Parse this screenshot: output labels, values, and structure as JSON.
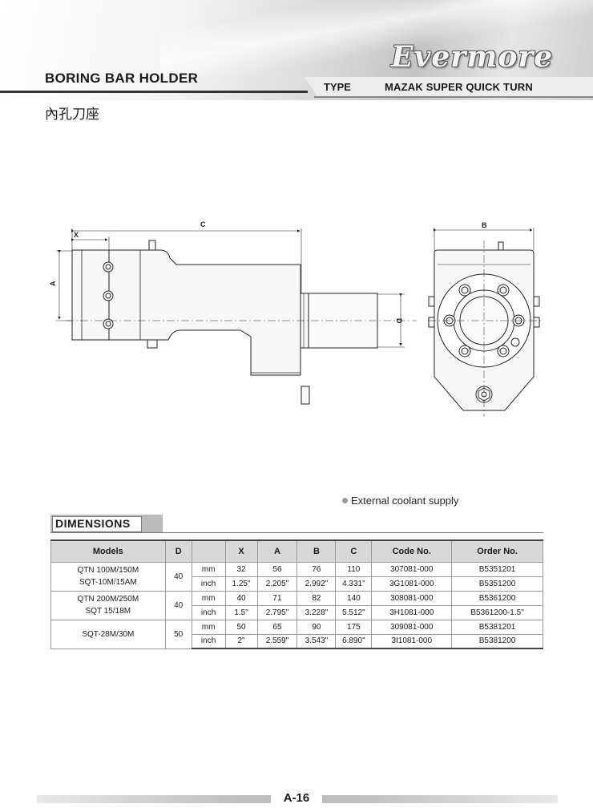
{
  "header": {
    "title": "BORING BAR HOLDER",
    "subtitle_zh": "內孔刀座",
    "type_label": "TYPE",
    "type_value": "MAZAK SUPER QUICK TURN",
    "logo": "Evermore"
  },
  "drawing": {
    "labels": {
      "c": "C",
      "x": "X",
      "a": "A",
      "d": "D",
      "b": "B"
    }
  },
  "note": "External coolant supply",
  "dimensions": {
    "title": "DIMENSIONS",
    "columns": [
      "Models",
      "D",
      "",
      "X",
      "A",
      "B",
      "C",
      "Code No.",
      "Order No."
    ],
    "groups": [
      {
        "models": [
          "QTN 100M/150M",
          "SQT-10M/15AM"
        ],
        "d": "40",
        "rows": [
          {
            "unit": "mm",
            "x": "32",
            "a": "56",
            "b": "76",
            "c": "110",
            "code": "307081-000",
            "order": "B5351201"
          },
          {
            "unit": "inch",
            "x": "1.25\"",
            "a": "2.205\"",
            "b": "2.992\"",
            "c": "4.331\"",
            "code": "3G1081-000",
            "order": "B5351200"
          }
        ]
      },
      {
        "models": [
          "QTN 200M/250M",
          "SQT 15/18M"
        ],
        "d": "40",
        "rows": [
          {
            "unit": "mm",
            "x": "40",
            "a": "71",
            "b": "82",
            "c": "140",
            "code": "308081-000",
            "order": "B5361200"
          },
          {
            "unit": "inch",
            "x": "1.5\"",
            "a": "2.795\"",
            "b": "3.228\"",
            "c": "5.512\"",
            "code": "3H1081-000",
            "order": "B5361200-1.5\""
          }
        ]
      },
      {
        "models": [
          "SQT-28M/30M"
        ],
        "d": "50",
        "rows": [
          {
            "unit": "mm",
            "x": "50",
            "a": "65",
            "b": "90",
            "c": "175",
            "code": "309081-000",
            "order": "B5381201"
          },
          {
            "unit": "inch",
            "x": "2\"",
            "a": "2.559\"",
            "b": "3.543\"",
            "c": "6.890\"",
            "code": "3I1081-000",
            "order": "B5381200"
          }
        ]
      }
    ]
  },
  "footer": {
    "page": "A-16"
  }
}
